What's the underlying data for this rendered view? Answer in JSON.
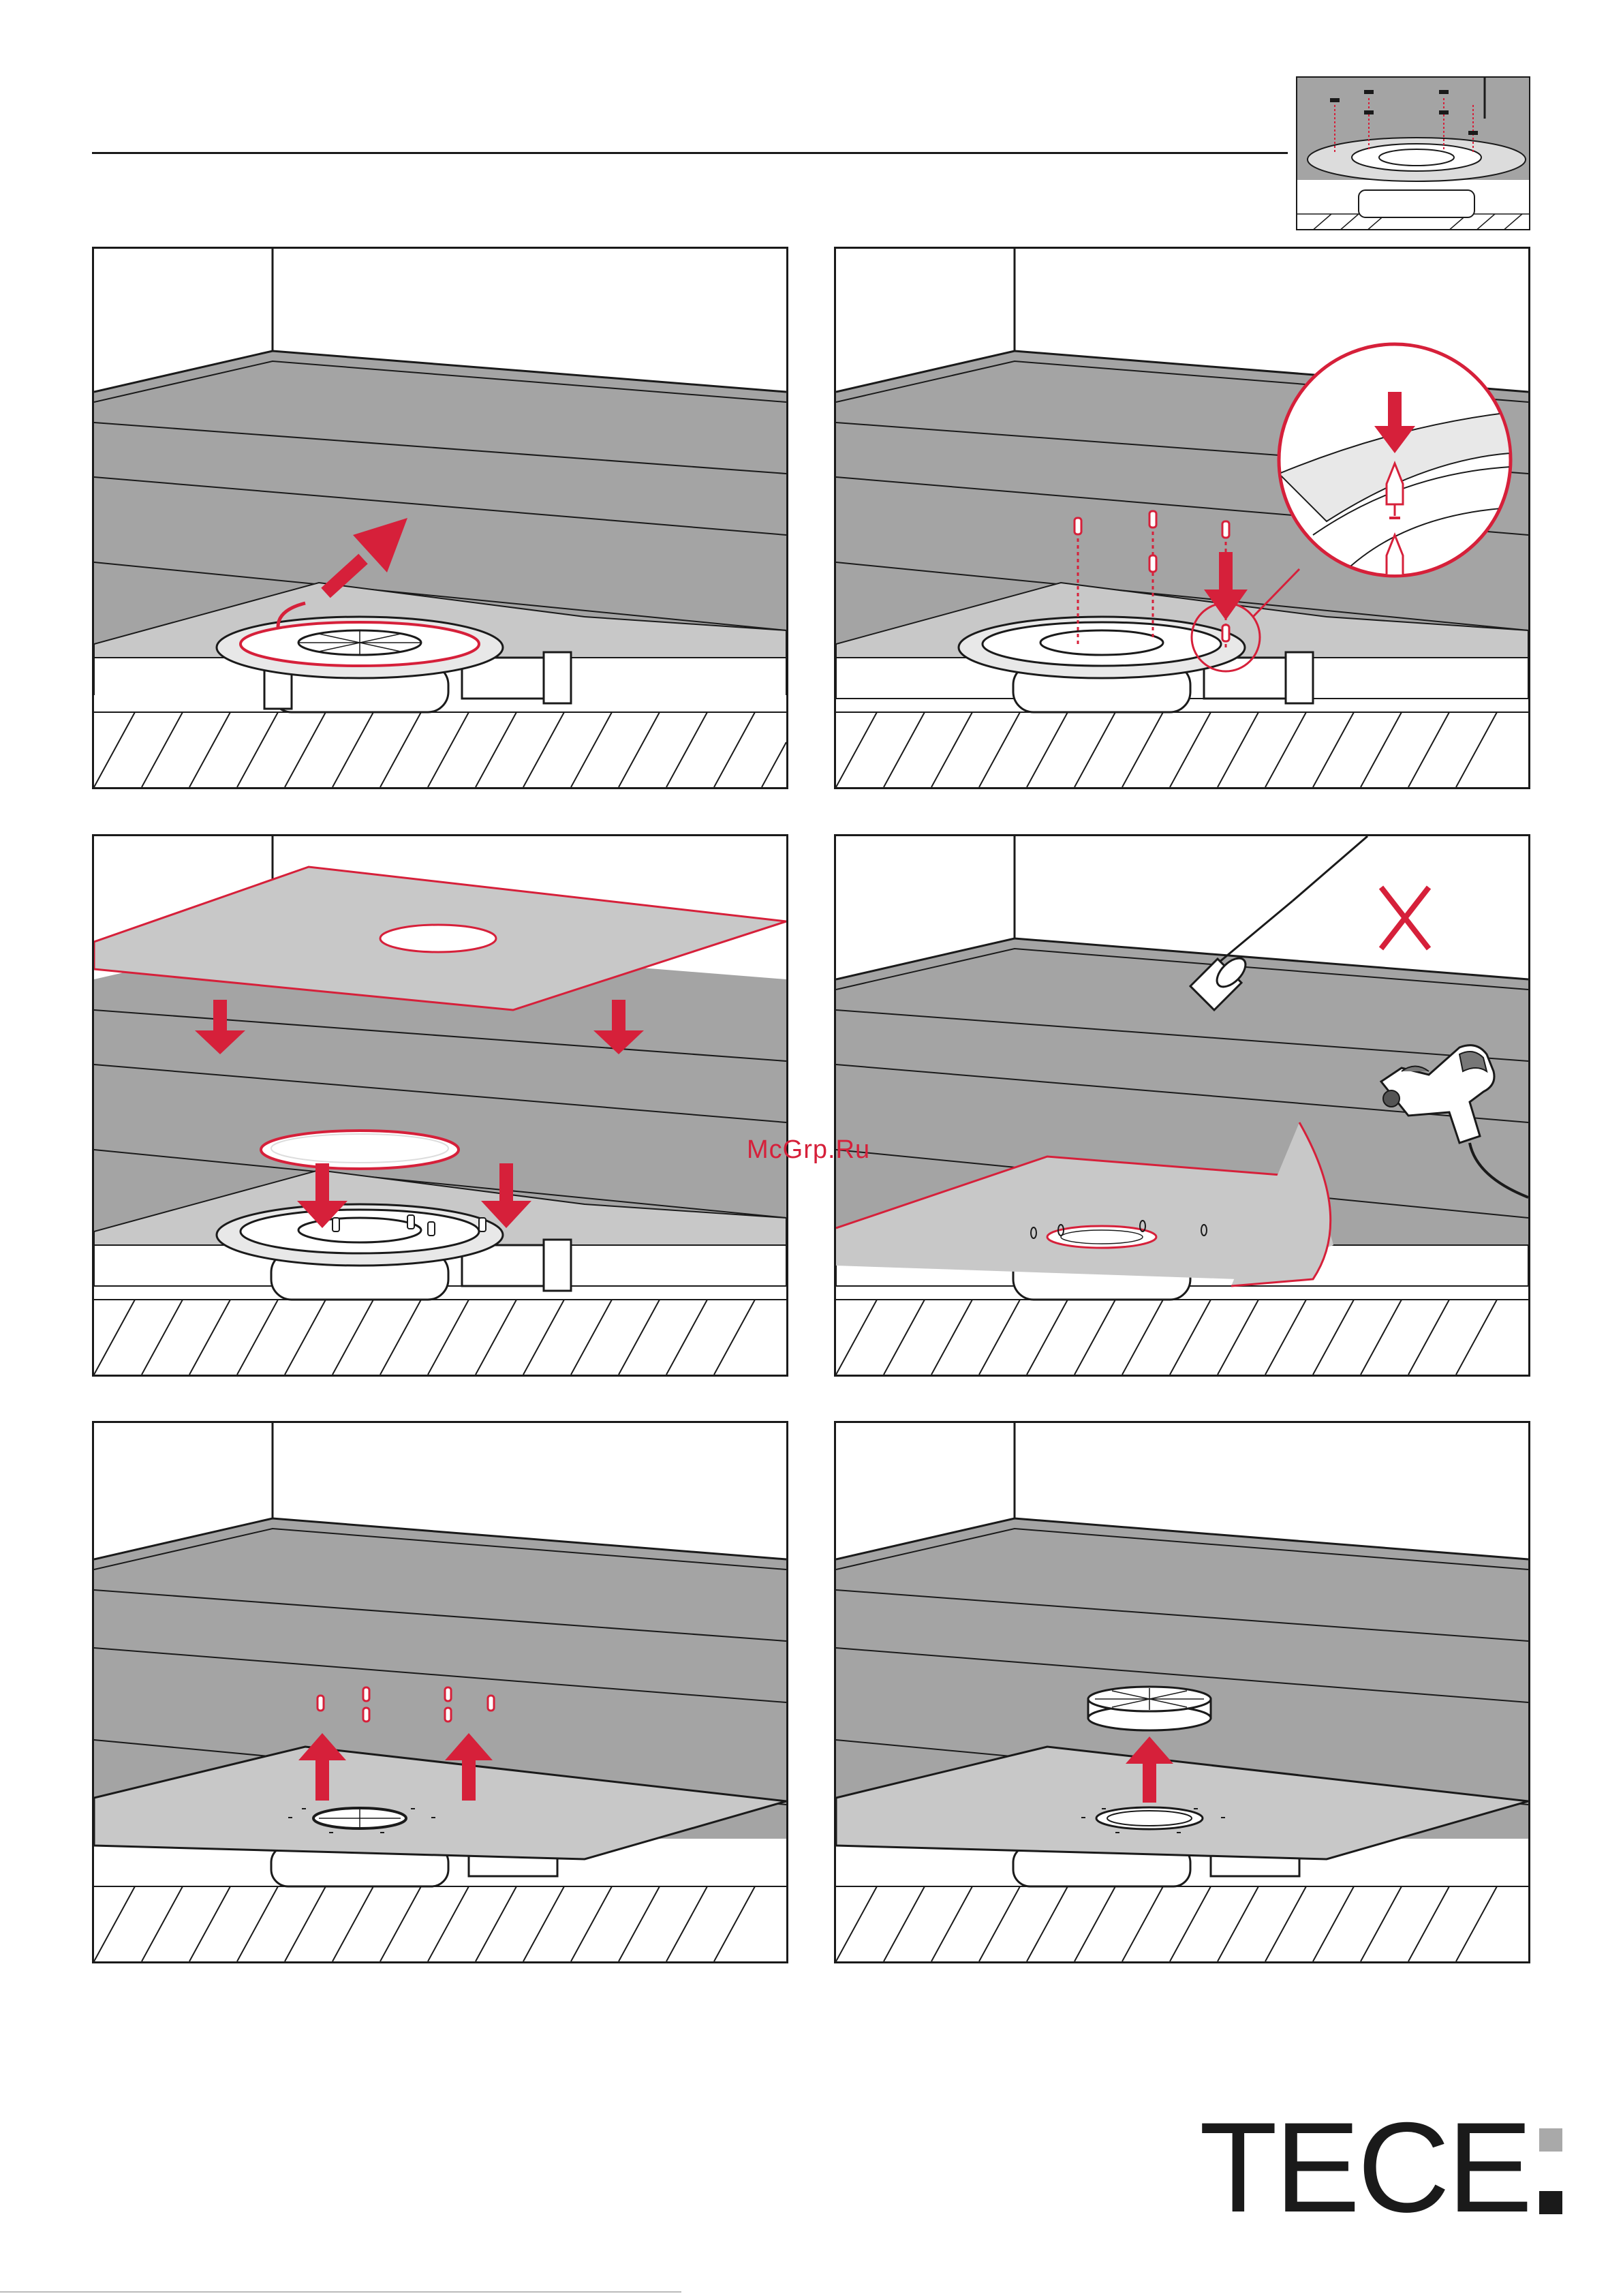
{
  "watermark": "McGrp.Ru",
  "brand": "TECE",
  "colors": {
    "accent": "#d6203a",
    "floor": "#a4a4a4",
    "line": "#1a1a1a",
    "sheet": "#c8c8c8"
  },
  "steps": [
    {
      "name": "remove-protective-film",
      "icons": [
        "arrow-up-right-icon",
        "drain-body-icon"
      ]
    },
    {
      "name": "insert-anchors",
      "icons": [
        "arrow-down-icon",
        "detail-magnifier-icon",
        "anchor-pin-icon"
      ]
    },
    {
      "name": "lay-membrane-sheet",
      "icons": [
        "membrane-sheet-icon",
        "arrow-down-icon",
        "seal-ring-icon"
      ]
    },
    {
      "name": "heat-gun-not-torch",
      "icons": [
        "gas-torch-icon",
        "cross-prohibited-icon",
        "heat-gun-icon"
      ]
    },
    {
      "name": "remove-anchors",
      "icons": [
        "arrow-up-icon",
        "anchor-pin-icon"
      ]
    },
    {
      "name": "remove-cover-ring",
      "icons": [
        "arrow-up-icon",
        "cover-ring-icon"
      ]
    }
  ]
}
